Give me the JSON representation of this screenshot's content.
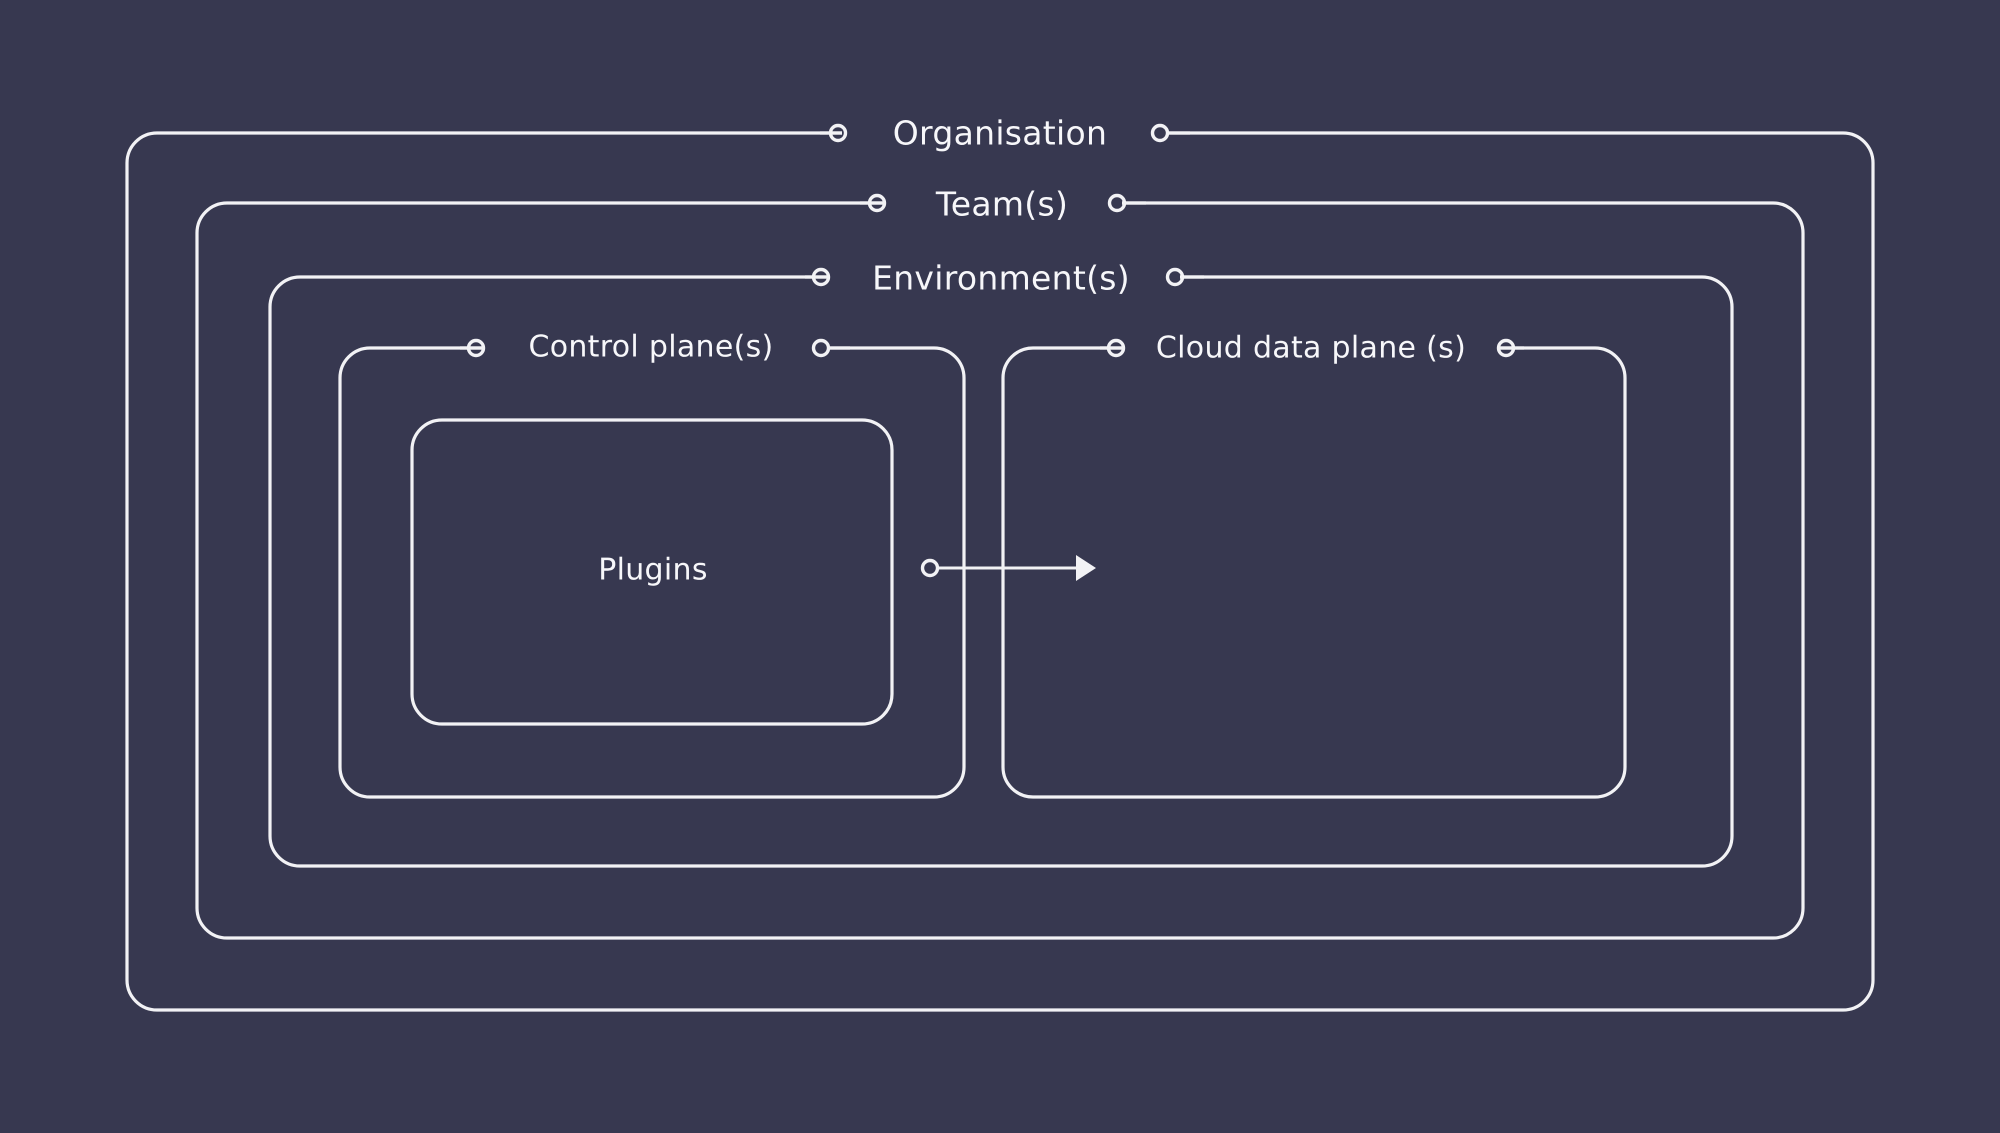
{
  "diagram": {
    "title": "Organisation hierarchy diagram",
    "background_color": "#373850",
    "stroke_color": "#f2f2f5",
    "text_color": "#f7f7fa",
    "levels": [
      {
        "id": "organisation",
        "label": "Organisation",
        "depth": 0
      },
      {
        "id": "teams",
        "label": "Team(s)",
        "depth": 1
      },
      {
        "id": "environments",
        "label": "Environment(s)",
        "depth": 2
      },
      {
        "id": "control-plane",
        "label": "Control plane(s)",
        "depth": 3
      },
      {
        "id": "cloud-data-plane",
        "label": "Cloud data plane (s)",
        "depth": 3
      },
      {
        "id": "plugins",
        "label": "Plugins",
        "depth": 4
      }
    ],
    "connection": {
      "from": "control-plane",
      "to": "cloud-data-plane",
      "style": "arrow"
    }
  }
}
